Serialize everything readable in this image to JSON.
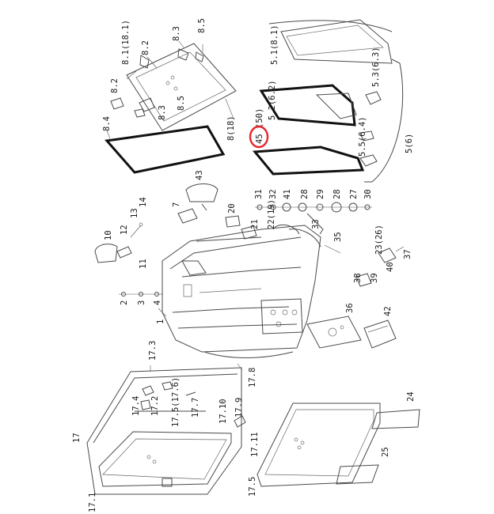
{
  "highlight_color": "#e8262b",
  "highlighted_label": "45",
  "labels": {
    "l_8_1_18_1": "8.1(18.1)",
    "l_8_2_top": "8.2",
    "l_8_3_top": "8.3",
    "l_8_5_top": "8.5",
    "l_8_2_left": "8.2",
    "l_8_3_left": "8.3",
    "l_8_5_mid": "8.5",
    "l_8_4": "8.4",
    "l_8_18": "8(18)",
    "l_5_1_8_1": "5.1(8.1)",
    "l_5_2_6_2": "5.2(6.2)",
    "l_5_3_6_3": "5.3(6.3)",
    "l_5_5_6_4": "5.5(6.4)",
    "l_5_6": "5(6)",
    "l_45": "45",
    "l_50": "(50)",
    "l_43": "43",
    "l_7": "7",
    "l_13": "13",
    "l_14": "14",
    "l_12": "12",
    "l_10": "10",
    "l_11": "11",
    "l_20": "20",
    "l_21": "21",
    "l_22_19": "22(19)",
    "l_31": "31",
    "l_32": "32",
    "l_41": "41",
    "l_28a": "28",
    "l_29": "29",
    "l_28b": "28",
    "l_27": "27",
    "l_30": "30",
    "l_33": "33",
    "l_35": "35",
    "l_23_26": "23(26)",
    "l_37": "37",
    "l_38": "38",
    "l_39": "39",
    "l_40": "40",
    "l_2": "2",
    "l_3": "3",
    "l_4": "4",
    "l_1": "1",
    "l_36": "36",
    "l_42": "42",
    "l_17_3": "17.3",
    "l_17_4": "17.4",
    "l_17_2": "17.2",
    "l_17_5_17_6": "17.5(17.6)",
    "l_17_7": "17.7",
    "l_17_10": "17.10",
    "l_17_9": "17.9",
    "l_17_8": "17.8",
    "l_17_11": "17.11",
    "l_17": "17",
    "l_17_1": "17.1",
    "l_17_5b": "17.5",
    "l_24": "24",
    "l_25": "25"
  }
}
